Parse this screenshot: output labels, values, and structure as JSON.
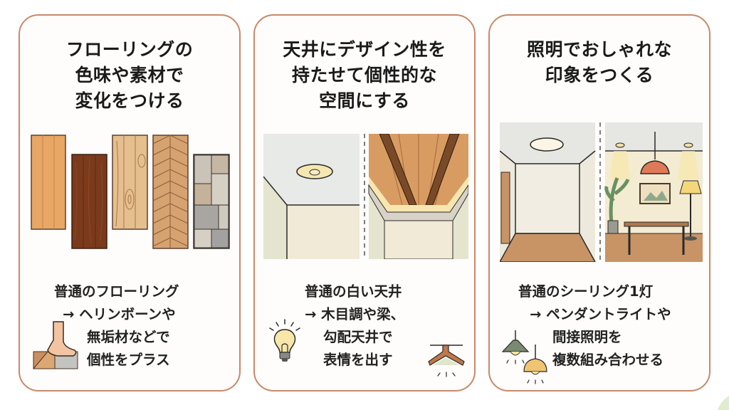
{
  "colors": {
    "card_border": "#c8896a",
    "card_bg": "#fffdfb",
    "text": "#1a1a1a"
  },
  "cards": [
    {
      "title_lines": [
        "フローリングの",
        "色味や素材で",
        "変化をつける"
      ],
      "desc_lines": [
        "普通のフローリング",
        "→ ヘリンボーンや",
        "無垢材などで",
        "個性をプラス"
      ],
      "illustration": "flooring-samples",
      "samples": [
        "light-oak-plank",
        "dark-walnut-plank",
        "natural-wood-grain-plank",
        "herringbone-parquet",
        "stone-tile"
      ],
      "icon": "foot-on-floor-icon"
    },
    {
      "title_lines": [
        "天井にデザイン性を",
        "持たせて個性的な",
        "空間にする"
      ],
      "desc_lines": [
        "普通の白い天井",
        "→ 木目調や梁、",
        "勾配天井で",
        "表情を出す"
      ],
      "illustration": "ceiling-before-after",
      "icons": [
        "light-bulb-icon",
        "sloped-ceiling-icon"
      ]
    },
    {
      "title_lines": [
        "照明でおしゃれな",
        "印象をつくる"
      ],
      "desc_lines": [
        "普通のシーリング1灯",
        "→ ペンダントライトや",
        "間接照明を",
        "複数組み合わせる"
      ],
      "illustration": "lighting-before-after",
      "icon": "pendant-lamps-icon"
    }
  ]
}
